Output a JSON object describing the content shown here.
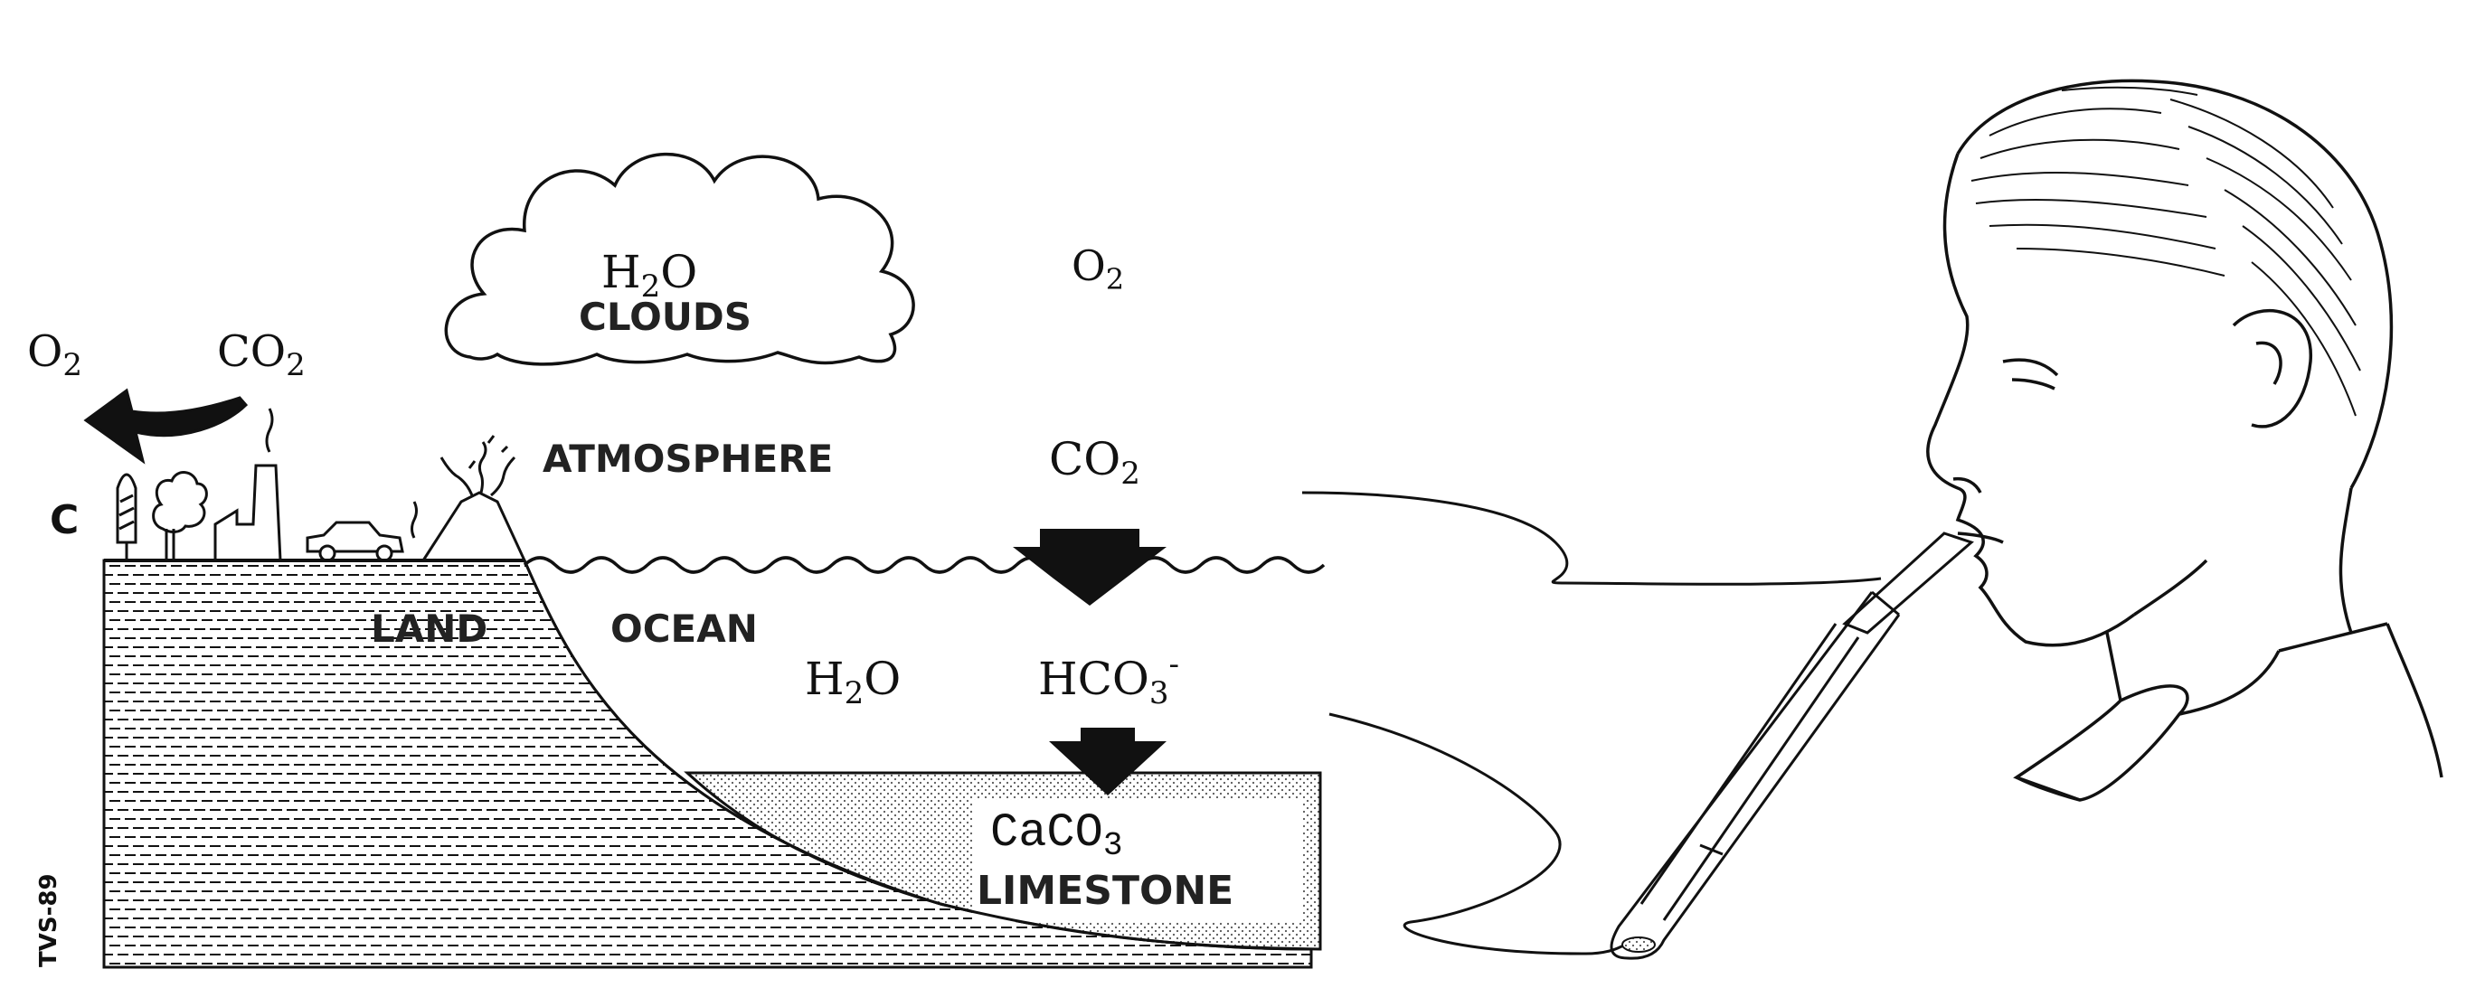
{
  "labels": {
    "o2_left": "O",
    "o2_left_sub": "2",
    "co2_left": "CO",
    "co2_left_sub": "2",
    "carbon": "C",
    "h2o_cloud": "H",
    "h2o_cloud_sub": "2",
    "h2o_cloud_tail": "O",
    "clouds": "CLOUDS",
    "o2_top": "O",
    "o2_top_sub": "2",
    "atmosphere": "ATMOSPHERE",
    "co2_atm": "CO",
    "co2_atm_sub": "2",
    "land": "LAND",
    "ocean": "OCEAN",
    "h2o_ocean": "H",
    "h2o_ocean_sub": "2",
    "h2o_ocean_tail": "O",
    "hco3": "HCO",
    "hco3_sub": "3",
    "hco3_sup": "-",
    "caco3": "CaCO",
    "caco3_sub": "3",
    "limestone": "LIMESTONE",
    "signature": "TVS-89"
  },
  "colors": {
    "ink": "#111111",
    "paper": "#ffffff",
    "stipple": "#555555"
  }
}
